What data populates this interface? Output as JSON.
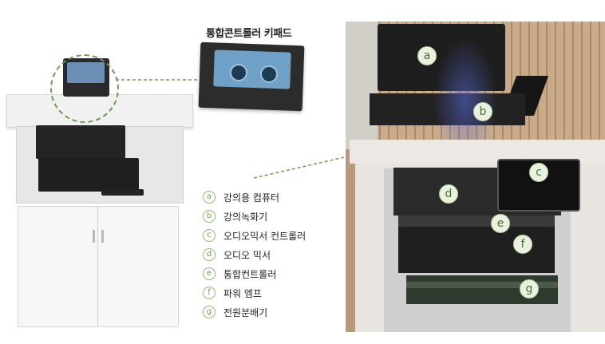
{
  "title": "통합콘트롤러 키패드",
  "legend": [
    {
      "badge": "a",
      "label": "강의용 컴퓨터"
    },
    {
      "badge": "b",
      "label": "강의녹화기"
    },
    {
      "badge": "c",
      "label": "오디오믹서 컨트롤러"
    },
    {
      "badge": "d",
      "label": "오디오 믹서"
    },
    {
      "badge": "e",
      "label": "통합컨트롤러"
    },
    {
      "badge": "f",
      "label": "파워 엠프"
    },
    {
      "badge": "g",
      "label": "전원분배기"
    }
  ],
  "photo_badges": [
    "a",
    "b",
    "c",
    "d",
    "e",
    "f",
    "g"
  ],
  "colors": {
    "accent": "#6e9a52",
    "badge_fill": "#e9f2df",
    "dash": "#6b9a55"
  }
}
